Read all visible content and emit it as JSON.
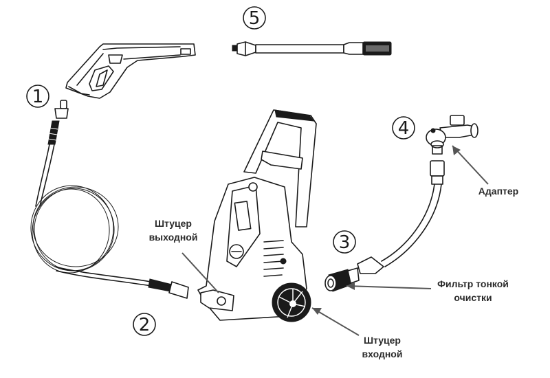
{
  "diagram": {
    "title": "Pressure washer components",
    "parts": [
      {
        "number": "1",
        "name": "spray-gun-and-hose-connector"
      },
      {
        "number": "2",
        "name": "high-pressure-hose"
      },
      {
        "number": "3",
        "name": "inlet-hose-filter"
      },
      {
        "number": "4",
        "name": "tap-adapter"
      },
      {
        "number": "5",
        "name": "lance"
      }
    ],
    "callouts": {
      "outlet": {
        "line1": "Штуцер",
        "line2": "выходной"
      },
      "adapter": {
        "line1": "Адаптер"
      },
      "filter": {
        "line1": "Фильтр тонкой",
        "line2": "очистки"
      },
      "inlet": {
        "line1": "Штуцер",
        "line2": "входной"
      }
    },
    "colors": {
      "ink": "#1a1a1a",
      "leader": "#555555",
      "background": "#ffffff"
    }
  }
}
